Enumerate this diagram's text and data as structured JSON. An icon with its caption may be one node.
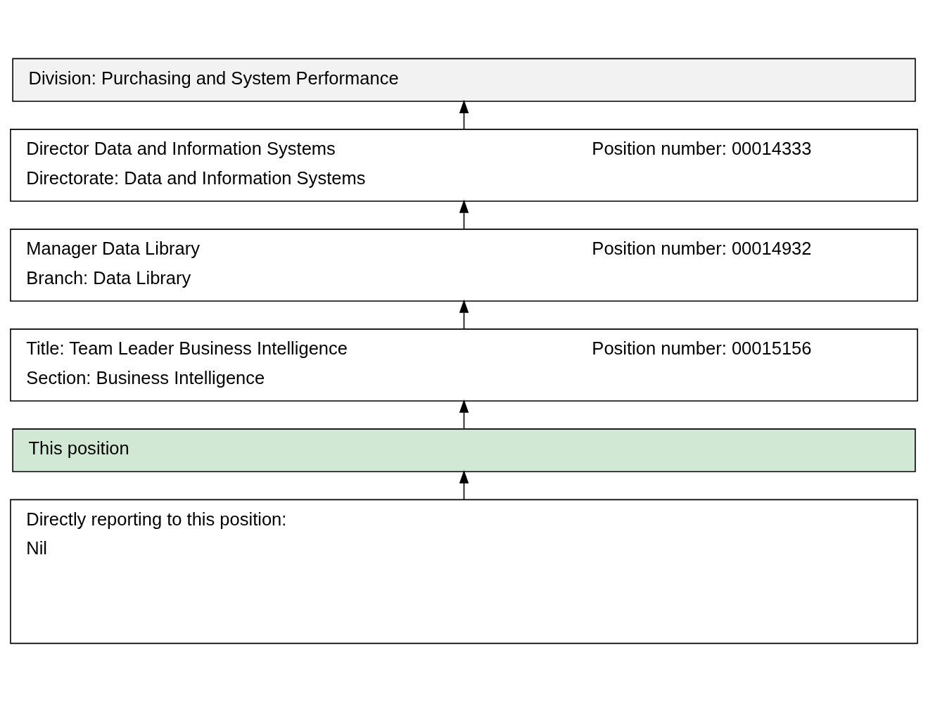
{
  "diagram": {
    "nodes": [
      {
        "text": [
          "Division: Purchasing and System Performance"
        ]
      },
      {
        "text": [
          "Director Data and Information Systems",
          "Position number: 00014333",
          "Directorate: Data and Information Systems"
        ]
      },
      {
        "text": [
          "Manager Data Library",
          "Position number: 00014932",
          "Branch: Data Library"
        ]
      },
      {
        "text": [
          "Title: Team Leader Business Intelligence",
          "Position number: 00015156",
          "Section: Business Intelligence"
        ]
      },
      {
        "text": [
          "This position"
        ]
      },
      {
        "text": [
          "Directly reporting to this position:",
          "Nil"
        ]
      }
    ],
    "edges": [
      {
        "from": 1,
        "to": 0,
        "arrow": "to"
      },
      {
        "from": 2,
        "to": 1,
        "arrow": "to"
      },
      {
        "from": 3,
        "to": 2,
        "arrow": "to"
      },
      {
        "from": 4,
        "to": 3,
        "arrow": "to"
      },
      {
        "from": 5,
        "to": 4,
        "arrow": "to"
      }
    ]
  }
}
